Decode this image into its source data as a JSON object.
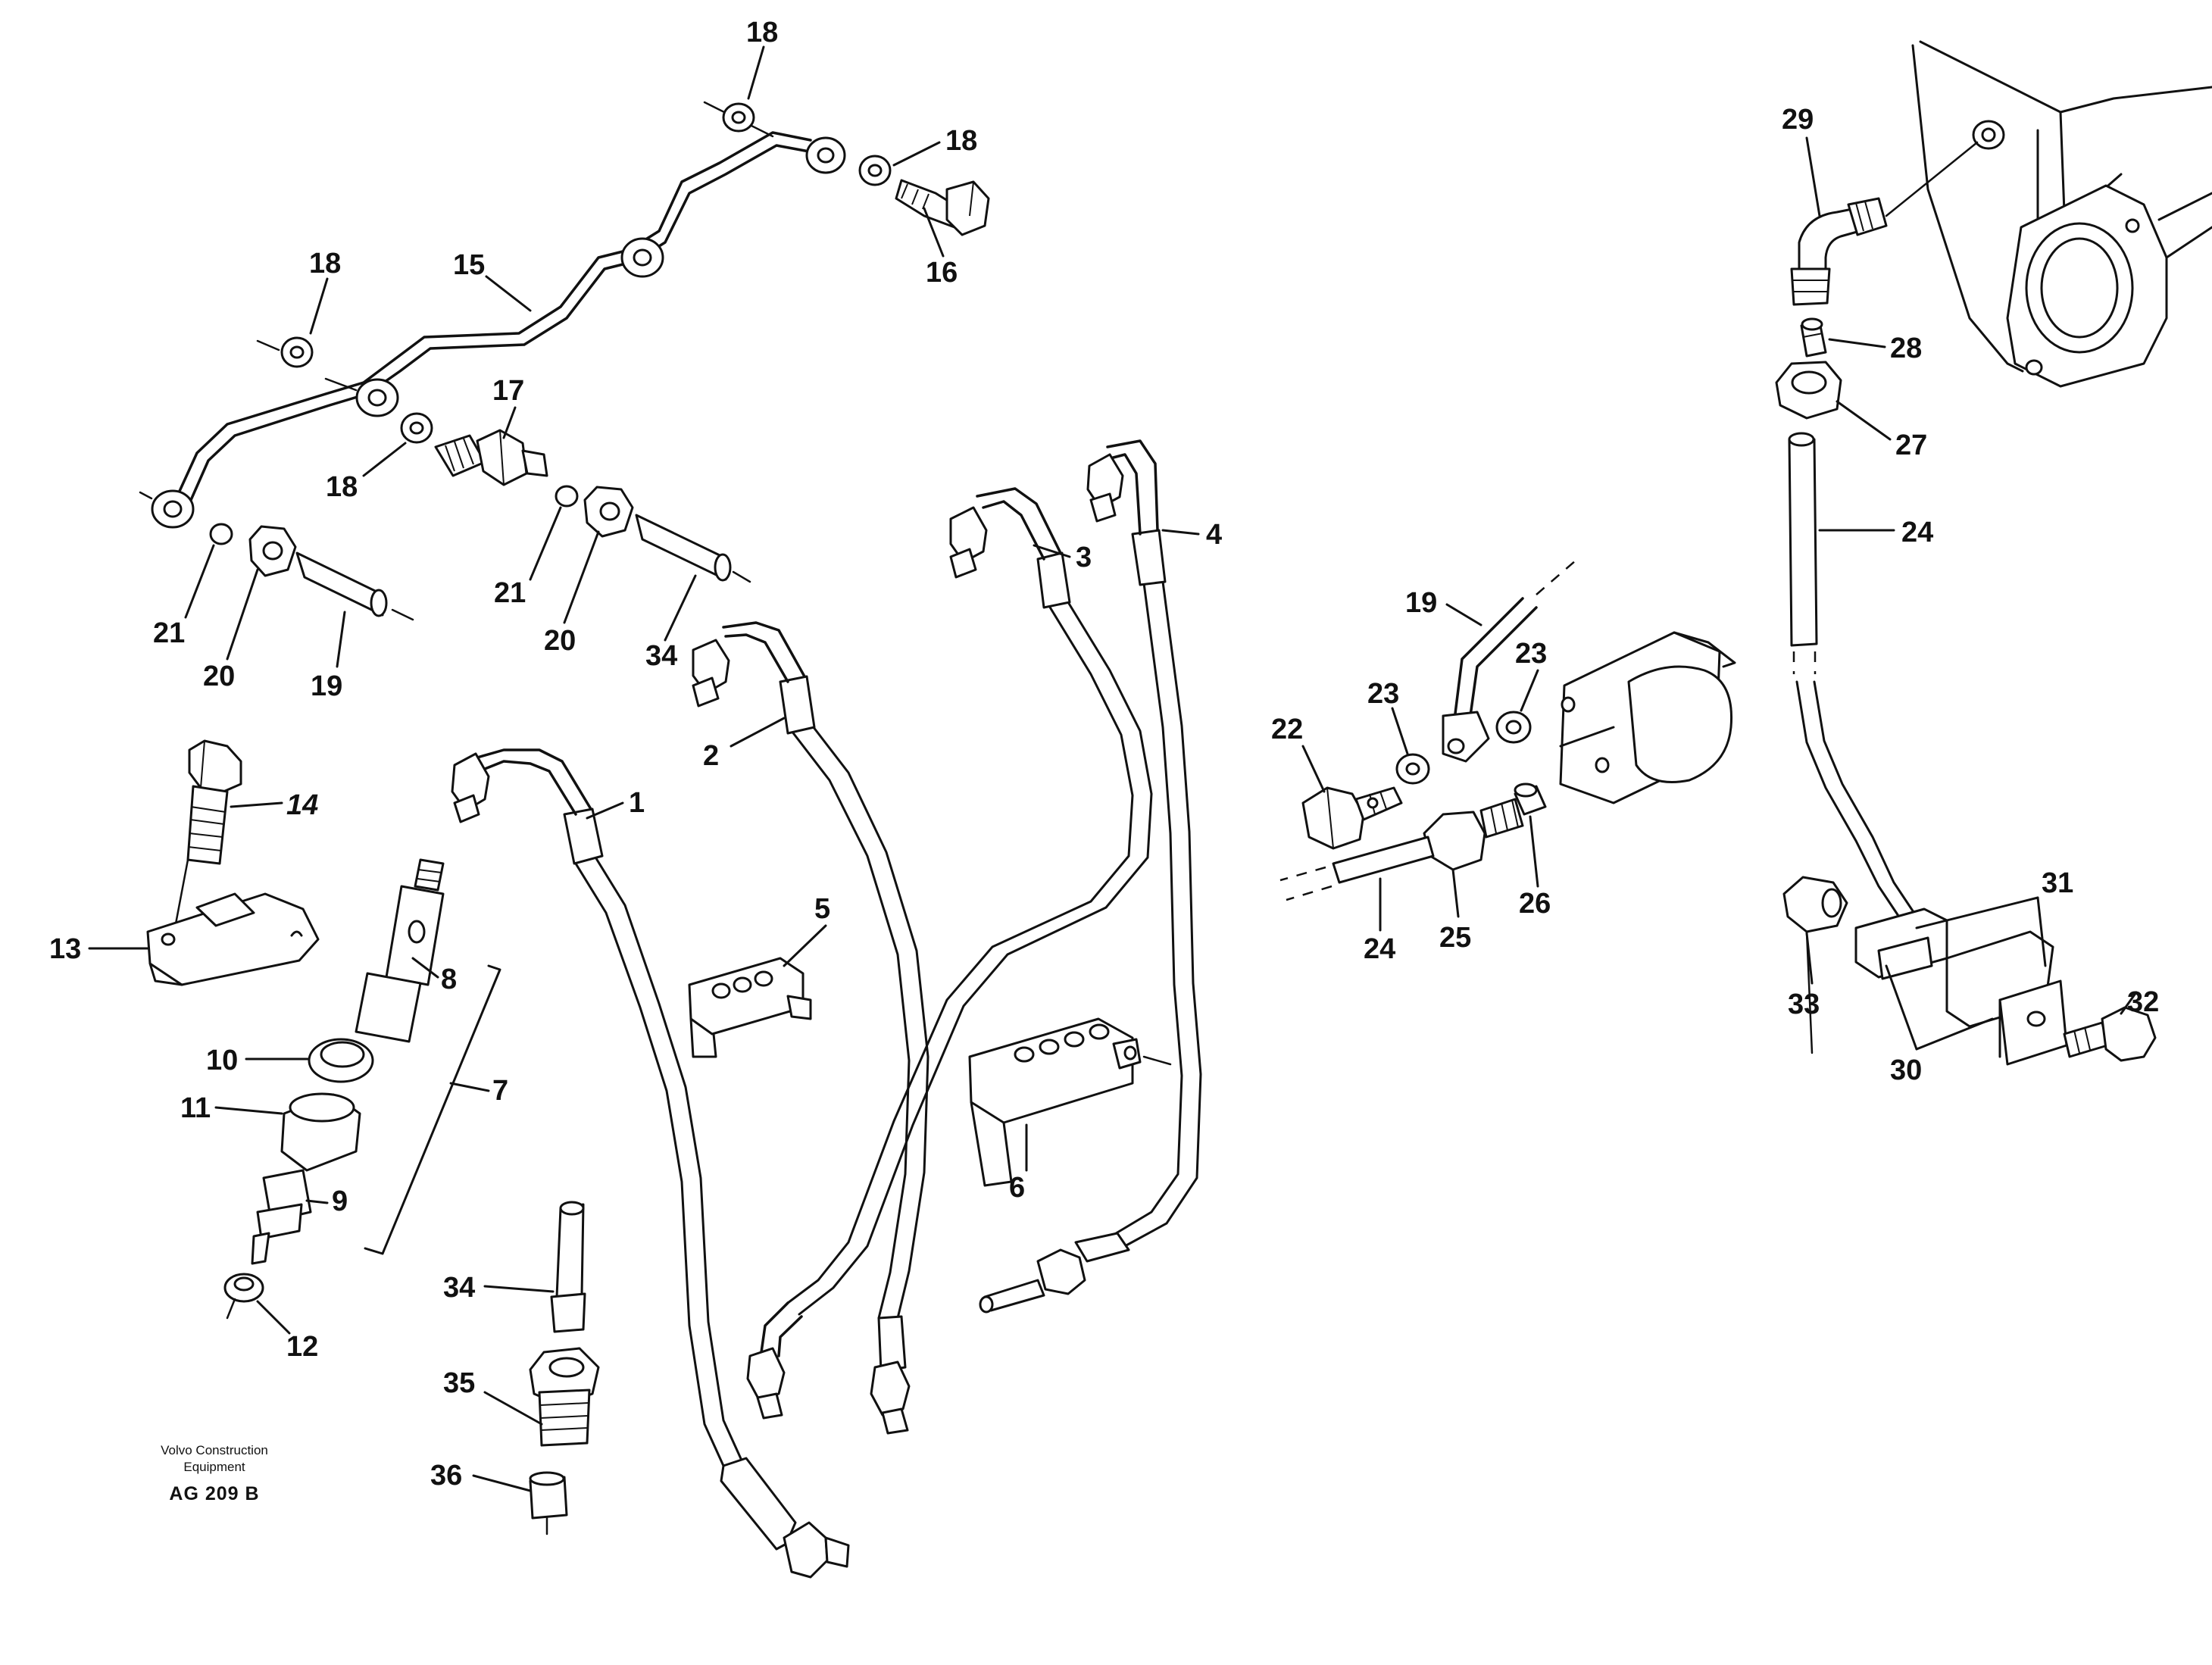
{
  "figure": {
    "caption_line1": "Volvo Construction",
    "caption_line2": "Equipment",
    "code": "AG 209 B"
  },
  "callouts": {
    "c1": "1",
    "c2": "2",
    "c3": "3",
    "c4": "4",
    "c5": "5",
    "c6": "6",
    "c7": "7",
    "c8": "8",
    "c9": "9",
    "c10": "10",
    "c11": "11",
    "c12": "12",
    "c13": "13",
    "c14": "14",
    "c15": "15",
    "c16": "16",
    "c17": "17",
    "c18a": "18",
    "c18b": "18",
    "c18c": "18",
    "c18d": "18",
    "c19a": "19",
    "c19b": "19",
    "c20a": "20",
    "c20b": "20",
    "c21a": "21",
    "c21b": "21",
    "c22": "22",
    "c23a": "23",
    "c23b": "23",
    "c24a": "24",
    "c24b": "24",
    "c25": "25",
    "c26": "26",
    "c27": "27",
    "c28": "28",
    "c29": "29",
    "c30": "30",
    "c31": "31",
    "c32": "32",
    "c33": "33",
    "c34a": "34",
    "c34b": "34",
    "c35": "35",
    "c36": "36"
  }
}
